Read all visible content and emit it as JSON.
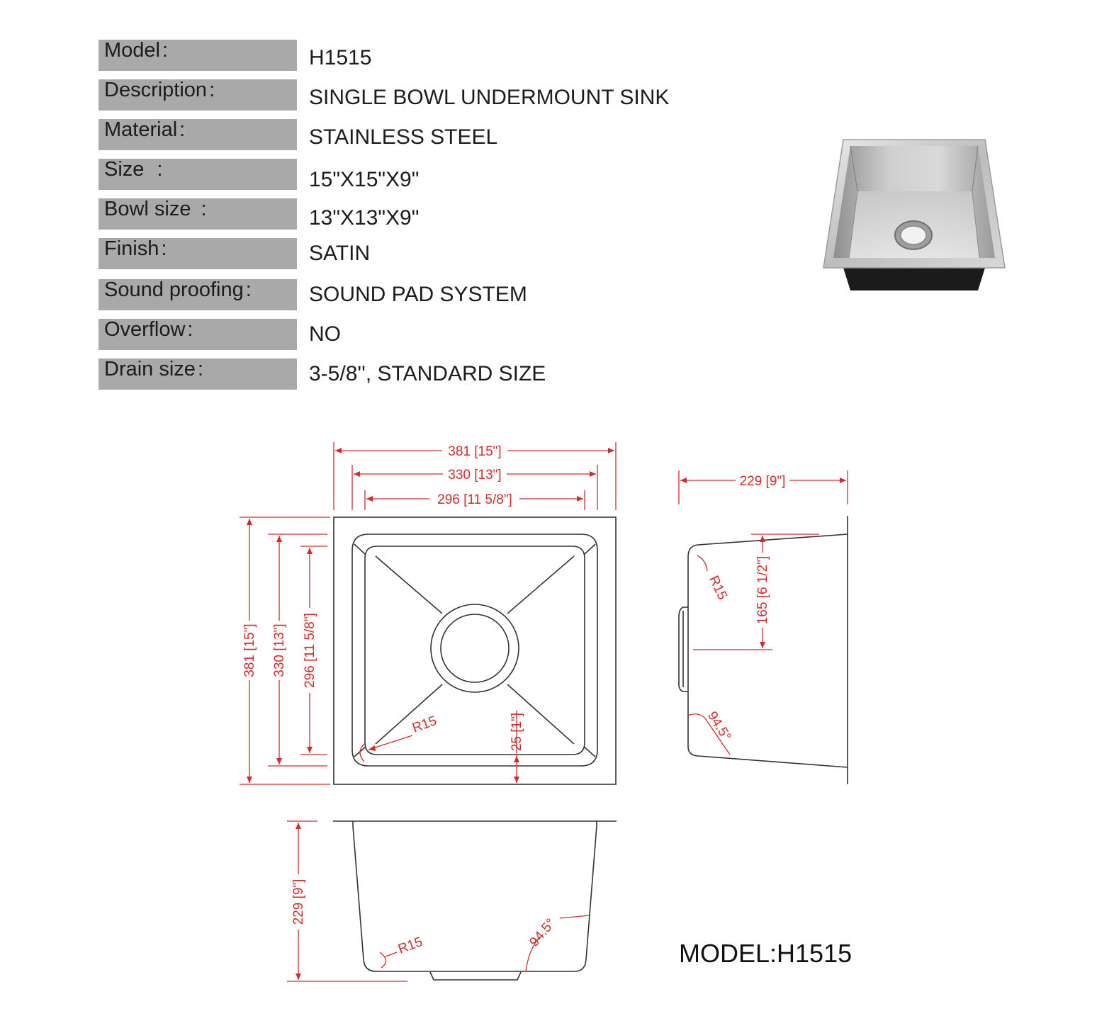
{
  "specs": [
    {
      "label": "Model",
      "value": "H1515"
    },
    {
      "label": "Description",
      "value": "SINGLE BOWL UNDERMOUNT SINK"
    },
    {
      "label": "Material",
      "value": "STAINLESS STEEL"
    },
    {
      "label": "Size",
      "value": "15\"X15\"X9\""
    },
    {
      "label": "Bowl size",
      "value": "13\"X13\"X9\""
    },
    {
      "label": "Finish",
      "value": "SATIN"
    },
    {
      "label": "Sound proofing",
      "value": "SOUND PAD SYSTEM"
    },
    {
      "label": "Overflow",
      "value": "NO"
    },
    {
      "label": "Drain size",
      "value": "3-5/8'', STANDARD  SIZE"
    }
  ],
  "colon": ":",
  "dimensions": {
    "top_outer_width": "381 [15\"]",
    "top_bowl_width": "330 [13\"]",
    "top_bottom_width": "296 [11 5/8\"]",
    "top_outer_depth": "381 [15\"]",
    "top_bowl_depth": "330 [13\"]",
    "top_bottom_depth": "296 [11 5/8\"]",
    "corner_radius": "R15",
    "bottom_offset": "25 [1\"]",
    "side_total_depth": "229 [9\"]",
    "side_drain_height": "165 [6 1/2\"]",
    "side_radius": "R15",
    "side_angle": "94.5°",
    "front_height": "229 [9\"]",
    "front_radius": "R15",
    "front_angle": "94.5°"
  },
  "model_caption": "MODEL:H1515",
  "colors": {
    "label_bg": "#a9a9aa",
    "dimension": "#d42a2a",
    "outline": "#333333"
  }
}
